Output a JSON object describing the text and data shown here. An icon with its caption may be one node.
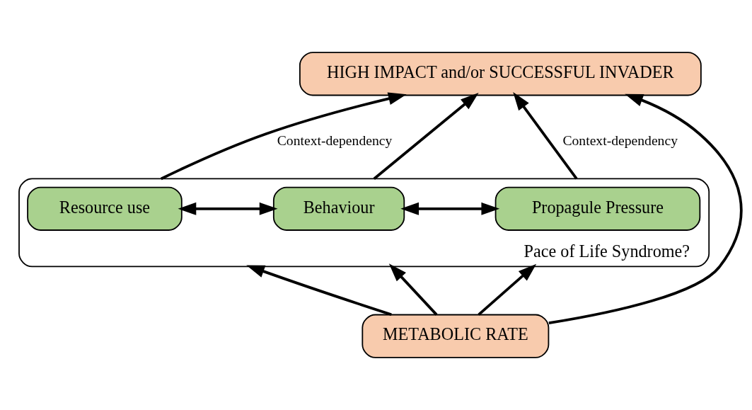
{
  "diagram": {
    "nodes": [
      {
        "text": [
          "HIGH IMPACT and/or SUCCESSFUL INVADER"
        ]
      },
      {
        "text": [
          "Pace of Life Syndrome?"
        ]
      },
      {
        "text": [
          "Resource use"
        ],
        "in": 1
      },
      {
        "text": [
          "Behaviour"
        ],
        "in": 1
      },
      {
        "text": [
          "Propagule Pressure"
        ],
        "in": 1
      },
      {
        "text": [
          "METABOLIC RATE"
        ]
      }
    ],
    "edges": [
      {
        "from": 1,
        "to": 0,
        "arrow": "to",
        "label": "Context-dependency"
      },
      {
        "from": 1,
        "to": 0,
        "arrow": "to"
      },
      {
        "from": 5,
        "to": 0,
        "arrow": "to"
      },
      {
        "from": 1,
        "to": 0,
        "arrow": "to",
        "label": "Context-dependency"
      },
      {
        "from": 2,
        "to": 3,
        "arrow": "both"
      },
      {
        "from": 3,
        "to": 4,
        "arrow": "both"
      },
      {
        "from": 5,
        "to": 1,
        "arrow": "to"
      },
      {
        "from": 5,
        "to": 1,
        "arrow": "to"
      },
      {
        "from": 5,
        "to": 1,
        "arrow": "to"
      }
    ]
  }
}
